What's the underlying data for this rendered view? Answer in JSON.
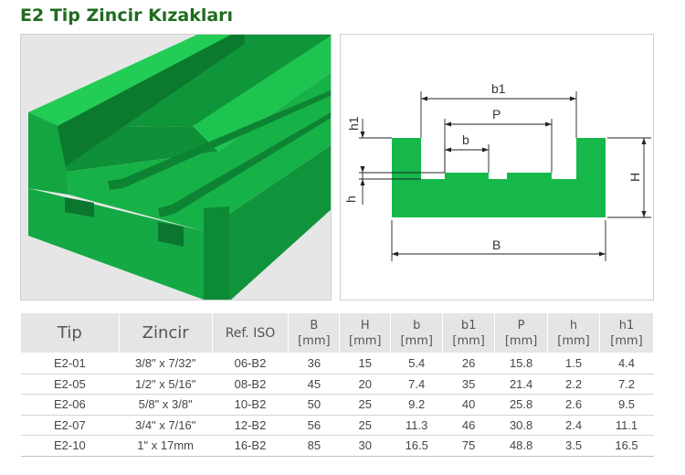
{
  "page": {
    "title": "E2 Tip Zincir Kızakları"
  },
  "diagram": {
    "labels": {
      "b1": "b1",
      "P": "P",
      "b": "b",
      "H": "H",
      "B": "B",
      "h": "h",
      "h1": "h1"
    }
  },
  "colors": {
    "profile_green": "#16b84a",
    "title_green": "#1f6b1f",
    "header_gray": "#e5e5e5"
  },
  "table": {
    "headers": [
      {
        "label": "Tip",
        "unit": ""
      },
      {
        "label": "Zincir",
        "unit": ""
      },
      {
        "label": "Ref. ISO",
        "unit": ""
      },
      {
        "label": "B",
        "unit": "[mm]"
      },
      {
        "label": "H",
        "unit": "[mm]"
      },
      {
        "label": "b",
        "unit": "[mm]"
      },
      {
        "label": "b1",
        "unit": "[mm]"
      },
      {
        "label": "P",
        "unit": "[mm]"
      },
      {
        "label": "h",
        "unit": "[mm]"
      },
      {
        "label": "h1",
        "unit": "[mm]"
      }
    ],
    "rows": [
      [
        "E2-01",
        "3/8\" x 7/32\"",
        "06-B2",
        "36",
        "15",
        "5.4",
        "26",
        "15.8",
        "1.5",
        "4.4"
      ],
      [
        "E2-05",
        "1/2\" x 5/16\"",
        "08-B2",
        "45",
        "20",
        "7.4",
        "35",
        "21.4",
        "2.2",
        "7.2"
      ],
      [
        "E2-06",
        "5/8\" x 3/8\"",
        "10-B2",
        "50",
        "25",
        "9.2",
        "40",
        "25.8",
        "2.6",
        "9.5"
      ],
      [
        "E2-07",
        "3/4\" x 7/16\"",
        "12-B2",
        "56",
        "25",
        "11.3",
        "46",
        "30.8",
        "2.4",
        "11.1"
      ],
      [
        "E2-10",
        "1\" x 17mm",
        "16-B2",
        "85",
        "30",
        "16.5",
        "75",
        "48.8",
        "3.5",
        "16.5"
      ]
    ]
  }
}
